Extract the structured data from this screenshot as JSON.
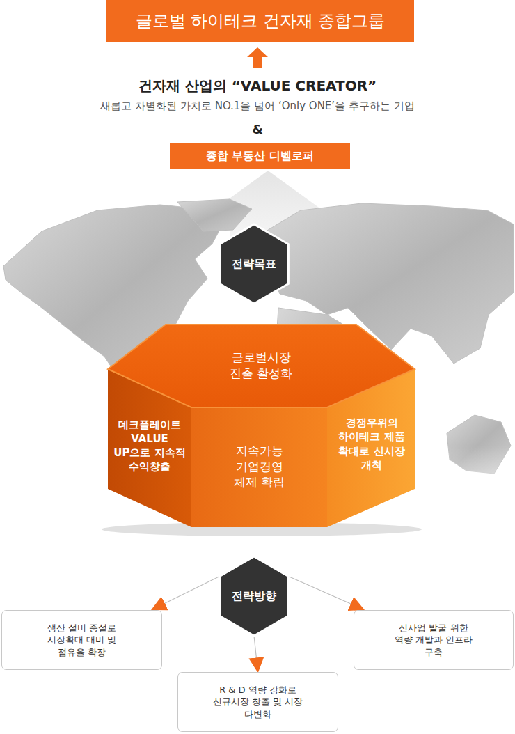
{
  "diagram": {
    "title": "건자재 산업의 “VALUE CREATOR”",
    "nodes": [
      {
        "text": [
          "글로벌 하이테크 건자재 종합그룹"
        ]
      },
      {
        "text": [
          "종합 부동산 디벨로퍼"
        ]
      },
      {
        "text": [
          "전략목표"
        ]
      },
      {
        "text": [
          "글로벌시장 진출 활성화"
        ]
      },
      {
        "text": [
          "데크플레이트 VALUE UP으로 지속적 수익창출"
        ]
      },
      {
        "text": [
          "지속가능 기업경영 체제 확립"
        ]
      },
      {
        "text": [
          "경쟁우위의 하이테크 제품 확대로 신시장 개척"
        ]
      },
      {
        "text": [
          "전략방향"
        ]
      },
      {
        "text": [
          "생산 설비 증설로 시장확대 대비 및 점유율 확장"
        ]
      },
      {
        "text": [
          "R & D 역량 강화로 신규시장 창출 및 시장 다변화"
        ]
      },
      {
        "text": [
          "신사업 발굴 위한 역량 개발과 인프라 구축"
        ]
      }
    ],
    "edges": [
      {
        "from": 7,
        "to": 8,
        "arrow": "to"
      },
      {
        "from": 7,
        "to": 9,
        "arrow": "to"
      },
      {
        "from": 7,
        "to": 10,
        "arrow": "to"
      }
    ],
    "labels": [
      "새롭고 차별화된 가치로 NO.1을 넘어 ‘Only ONE’을 추구하는 기업",
      "&"
    ]
  }
}
